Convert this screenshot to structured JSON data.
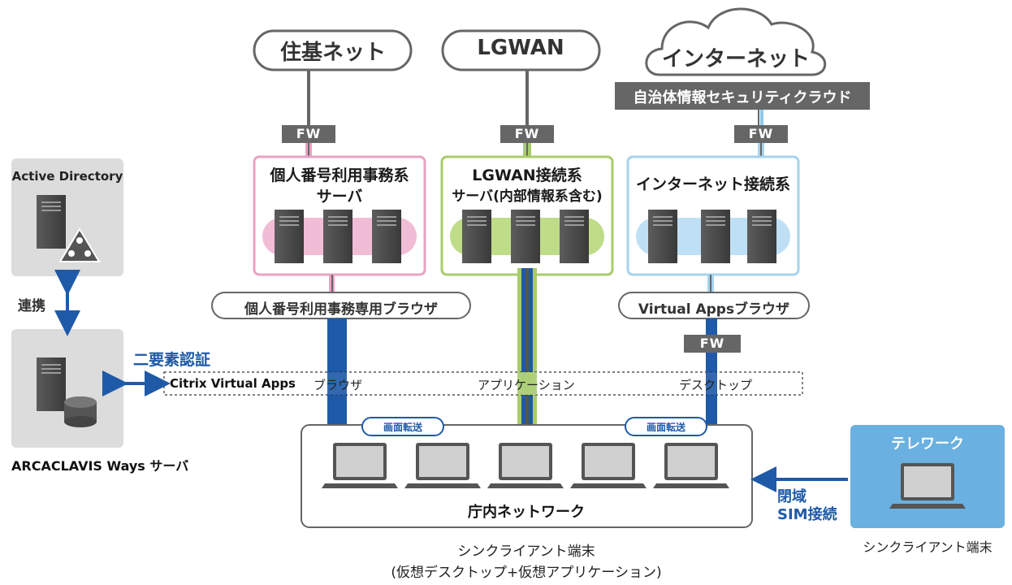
{
  "networks": {
    "juki": "住基ネット",
    "lgwan": "LGWAN",
    "internet": "インターネット",
    "cloud_security": "自治体情報セキュリティクラウド"
  },
  "firewall_label": "FW",
  "zones": {
    "mynumber": {
      "line1": "個人番号利用事務系",
      "line2": "サーバ"
    },
    "lgwan": {
      "line1": "LGWAN接続系",
      "line2": "サーバ(内部情報系含む)"
    },
    "internet": {
      "line1": "インターネット接続系"
    }
  },
  "browsers": {
    "mynumber": "個人番号利用事務専用ブラウザ",
    "virtual_apps": "Virtual Appsブラウザ"
  },
  "citrix": {
    "name": "Citrix Virtual Apps",
    "browser": "ブラウザ",
    "application": "アプリケーション",
    "desktop": "デスクトップ"
  },
  "left_panel": {
    "active_directory": "Active Directory",
    "link": "連携",
    "two_factor": "二要素認証",
    "arcaclavis": "ARCACLAVIS Ways サーバ"
  },
  "screen_transfer": "画面転送",
  "office_network": "庁内ネットワーク",
  "thin_client_caption_line1": "シンクライアント端末",
  "thin_client_caption_line2": "(仮想デスクトップ+仮想アプリケーション)",
  "telework": {
    "title": "テレワーク",
    "closed_line1": "閉域",
    "closed_line2": "SIM接続",
    "terminal": "シンクライアント端末"
  },
  "colors": {
    "pink": "#e8a3c3",
    "green": "#a9cc6b",
    "lightblue": "#a6d3ee",
    "navy": "#1e5aa8",
    "gray_box": "#666666",
    "telework_bg": "#6ab0e0"
  }
}
